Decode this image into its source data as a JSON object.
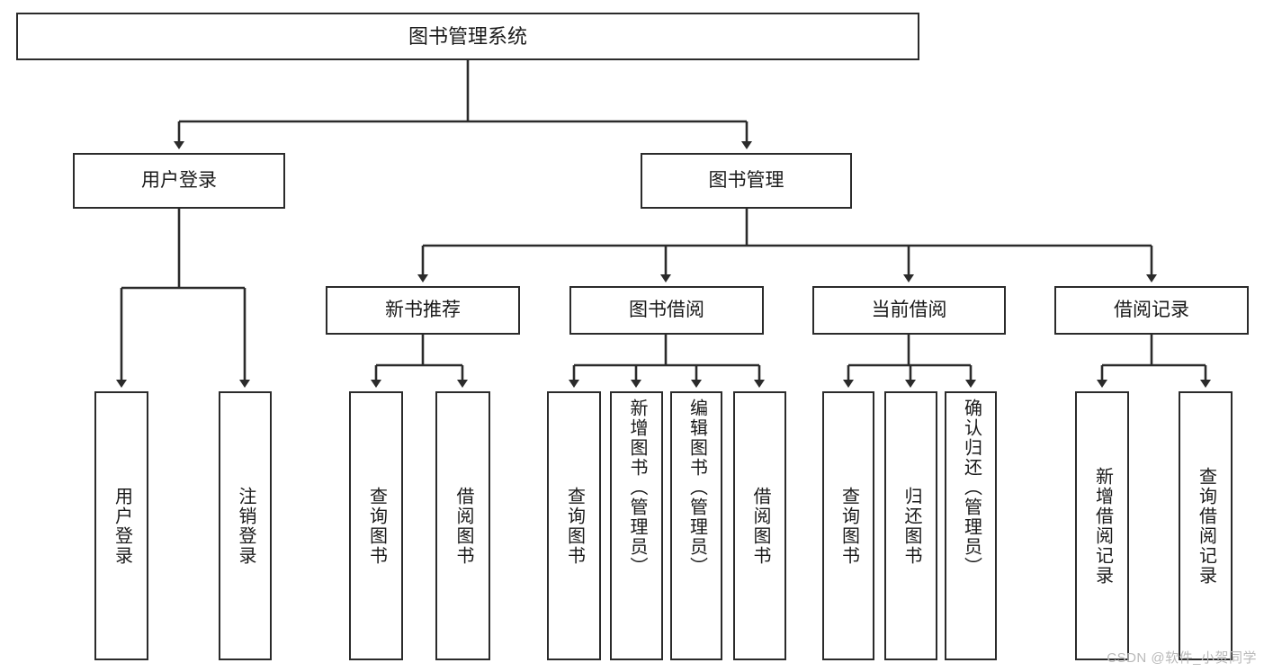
{
  "diagram": {
    "title": "图书管理系统",
    "type": "hierarchy-tree",
    "watermark": "CSDN @软件_小贺同学",
    "colors": {
      "box_border": "#2b2b2b",
      "box_fill": "#ffffff",
      "connector": "#2b2b2b",
      "text": "#1a1a1a",
      "watermark": "#b9b9b9",
      "background": "#ffffff"
    },
    "levels": [
      {
        "level": 1,
        "nodes": [
          {
            "id": "root",
            "label": "图书管理系统",
            "orientation": "horizontal"
          }
        ]
      },
      {
        "level": 2,
        "nodes": [
          {
            "id": "user-login",
            "label": "用户登录",
            "orientation": "horizontal",
            "parent": "root"
          },
          {
            "id": "book-manage",
            "label": "图书管理",
            "orientation": "horizontal",
            "parent": "root"
          }
        ]
      },
      {
        "level": 3,
        "nodes": [
          {
            "id": "new-book-rec",
            "label": "新书推荐",
            "orientation": "horizontal",
            "parent": "book-manage"
          },
          {
            "id": "book-borrow",
            "label": "图书借阅",
            "orientation": "horizontal",
            "parent": "book-manage"
          },
          {
            "id": "current-borrow",
            "label": "当前借阅",
            "orientation": "horizontal",
            "parent": "book-manage"
          },
          {
            "id": "borrow-record",
            "label": "借阅记录",
            "orientation": "horizontal",
            "parent": "book-manage"
          }
        ]
      },
      {
        "level": 4,
        "nodes": [
          {
            "id": "leaf-user-login",
            "label": "用户登录",
            "orientation": "vertical",
            "parent": "user-login"
          },
          {
            "id": "leaf-user-logout",
            "label": "注销登录",
            "orientation": "vertical",
            "parent": "user-login"
          },
          {
            "id": "leaf-query-book-1",
            "label": "查询图书",
            "orientation": "vertical",
            "parent": "new-book-rec"
          },
          {
            "id": "leaf-borrow-book-1",
            "label": "借阅图书",
            "orientation": "vertical",
            "parent": "new-book-rec"
          },
          {
            "id": "leaf-query-book-2",
            "label": "查询图书",
            "orientation": "vertical",
            "parent": "book-borrow"
          },
          {
            "id": "leaf-add-book",
            "label": "新增图书（管理员）",
            "orientation": "vertical",
            "parent": "book-borrow"
          },
          {
            "id": "leaf-edit-book",
            "label": "编辑图书（管理员）",
            "orientation": "vertical",
            "parent": "book-borrow"
          },
          {
            "id": "leaf-borrow-book-2",
            "label": "借阅图书",
            "orientation": "vertical",
            "parent": "book-borrow"
          },
          {
            "id": "leaf-query-book-3",
            "label": "查询图书",
            "orientation": "vertical",
            "parent": "current-borrow"
          },
          {
            "id": "leaf-return-book",
            "label": "归还图书",
            "orientation": "vertical",
            "parent": "current-borrow"
          },
          {
            "id": "leaf-confirm-return",
            "label": "确认归还（管理员）",
            "orientation": "vertical",
            "parent": "current-borrow"
          },
          {
            "id": "leaf-add-record",
            "label": "新增借阅记录",
            "orientation": "vertical",
            "parent": "borrow-record"
          },
          {
            "id": "leaf-query-record",
            "label": "查询借阅记录",
            "orientation": "vertical",
            "parent": "borrow-record"
          }
        ]
      }
    ],
    "nodes": {
      "root": "图书管理系统",
      "user_login": "用户登录",
      "book_manage": "图书管理",
      "new_book_rec": "新书推荐",
      "book_borrow": "图书借阅",
      "current_borrow": "当前借阅",
      "borrow_record": "借阅记录",
      "leaf_user_login": "用户登录",
      "leaf_user_logout": "注销登录",
      "leaf_query_book_1": "查询图书",
      "leaf_borrow_book_1": "借阅图书",
      "leaf_query_book_2": "查询图书",
      "leaf_add_book": "新增图书（管理员）",
      "leaf_edit_book": "编辑图书（管理员）",
      "leaf_borrow_book_2": "借阅图书",
      "leaf_query_book_3": "查询图书",
      "leaf_return_book": "归还图书",
      "leaf_confirm_return": "确认归还（管理员）",
      "leaf_add_record": "新增借阅记录",
      "leaf_query_record": "查询借阅记录"
    }
  }
}
